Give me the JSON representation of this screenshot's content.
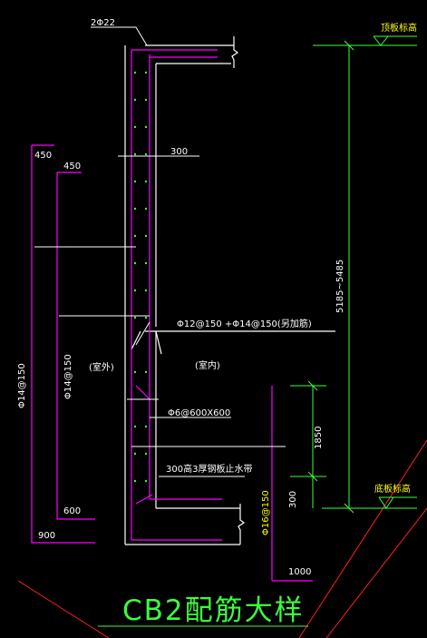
{
  "title": "CB2配筋大样",
  "labels": {
    "top_bars": "2Φ22",
    "dim_300_top": "300",
    "dim_450_a": "450",
    "dim_450_b": "450",
    "horiz_bars": "Φ12@150  +Φ14@150(另加筋)",
    "outside": "(室外)",
    "inside": "(室内)",
    "tie_bars": "Φ6@600X600",
    "waterstop": "300高3厚钢板止水带",
    "left_vert_a": "Φ14@150",
    "left_vert_b": "Φ14@150",
    "bottom_bars": "Φ16@150",
    "dim_600": "600",
    "dim_900": "900",
    "dim_1000": "1000",
    "dim_1850": "1850",
    "dim_300_bottom": "300",
    "height_range": "5185~5485",
    "top_slab_elev": "顶板标高",
    "bottom_slab_elev": "底板标高"
  },
  "colors": {
    "background": "#000000",
    "concrete_outline": "#ffffff",
    "rebar": "#ff00ff",
    "dimension_green": "#3cff3c",
    "text_yellow": "#ffff00",
    "soil_line_red": "#ff0000"
  }
}
